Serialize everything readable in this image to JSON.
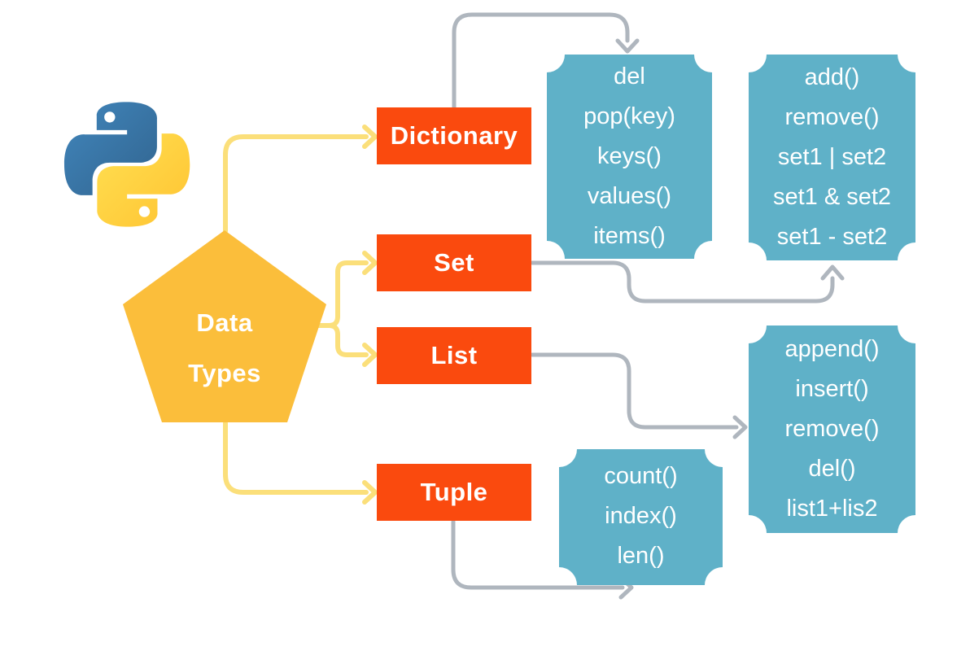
{
  "pentagon": {
    "label_line1": "Data",
    "label_line2": "Types"
  },
  "logo": {
    "name": "python-logo"
  },
  "types": [
    {
      "id": "dictionary",
      "label": "Dictionary"
    },
    {
      "id": "set",
      "label": "Set"
    },
    {
      "id": "list",
      "label": "List"
    },
    {
      "id": "tuple",
      "label": "Tuple"
    }
  ],
  "method_boxes": [
    {
      "for": "dictionary",
      "methods": [
        "del",
        "pop(key)",
        "keys()",
        "values()",
        "items()"
      ]
    },
    {
      "for": "set",
      "methods": [
        "add()",
        "remove()",
        "set1 | set2",
        "set1 & set2",
        "set1 - set2"
      ]
    },
    {
      "for": "list",
      "methods": [
        "append()",
        "insert()",
        "remove()",
        "del()",
        "list1+lis2"
      ]
    },
    {
      "for": "tuple",
      "methods": [
        "count()",
        "index()",
        "len()"
      ]
    }
  ],
  "colors": {
    "type_box": "#FA4A0E",
    "method_box": "#5FB1C8",
    "pentagon": "#FBBE3B",
    "yellow_connector": "#FBDF7A",
    "gray_connector": "#AFB6BE",
    "text": "#FFFFFF",
    "logo_blue": "#3776AB",
    "logo_yellow": "#FFD43B"
  }
}
